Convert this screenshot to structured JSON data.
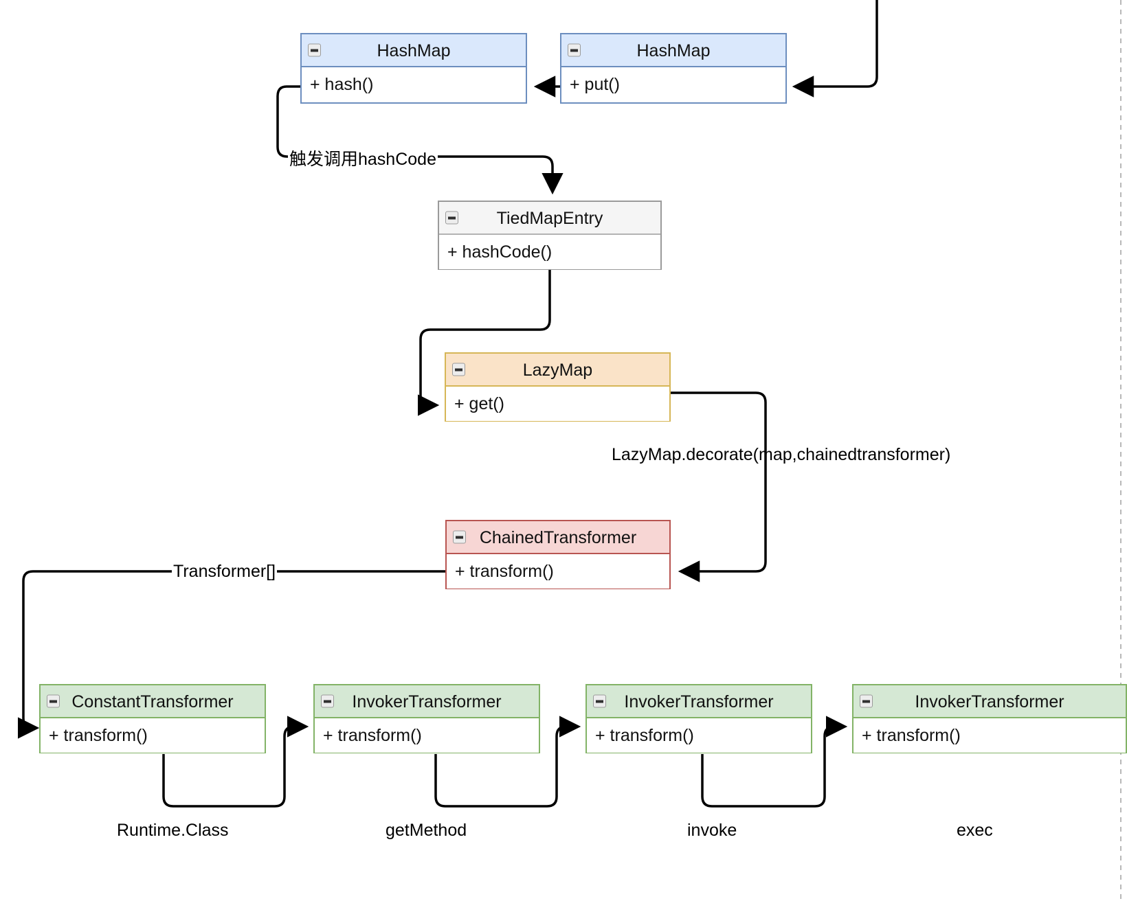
{
  "diagram": {
    "title": "Commons Collections Gadget Chain",
    "background": "#ffffff",
    "collapse_icon": "minus-icon",
    "palette": {
      "blue_fill": "#dae8fc",
      "blue_stroke": "#6c8ebf",
      "gray_fill": "#f5f5f5",
      "gray_stroke": "#9a9a9a",
      "orange_fill": "#fae3c8",
      "orange_stroke": "#d6b656",
      "red_fill": "#f7d6d4",
      "red_stroke": "#b85450",
      "green_fill": "#d5e8d4",
      "green_stroke": "#82b366",
      "edge_stroke": "#000000"
    },
    "nodes": [
      {
        "id": "hashmap_hash",
        "title": "HashMap",
        "member": "+ hash()",
        "color": "blue"
      },
      {
        "id": "hashmap_put",
        "title": "HashMap",
        "member": "+ put()",
        "color": "blue"
      },
      {
        "id": "tiedmapentry",
        "title": "TiedMapEntry",
        "member": "+ hashCode()",
        "color": "gray"
      },
      {
        "id": "lazymap",
        "title": "LazyMap",
        "member": "+ get()",
        "color": "orange"
      },
      {
        "id": "chained",
        "title": "ChainedTransformer",
        "member": "+ transform()",
        "color": "red"
      },
      {
        "id": "constant",
        "title": "ConstantTransformer",
        "member": "+ transform()",
        "color": "green"
      },
      {
        "id": "invoker1",
        "title": "InvokerTransformer",
        "member": "+ transform()",
        "color": "green"
      },
      {
        "id": "invoker2",
        "title": "InvokerTransformer",
        "member": "+ transform()",
        "color": "green"
      },
      {
        "id": "invoker3",
        "title": "InvokerTransformer",
        "member": "+ transform()",
        "color": "green"
      }
    ],
    "edge_labels": [
      {
        "id": "trigger_hashcode",
        "text": "触发调用hashCode"
      },
      {
        "id": "lazymap_decorate",
        "text": "LazyMap.decorate(map,chainedtransformer)"
      },
      {
        "id": "transformer_array",
        "text": "Transformer[]"
      }
    ],
    "captions": [
      {
        "id": "caption_runtime",
        "text": "Runtime.Class"
      },
      {
        "id": "caption_getmethod",
        "text": "getMethod"
      },
      {
        "id": "caption_invoke",
        "text": "invoke"
      },
      {
        "id": "caption_exec",
        "text": "exec"
      }
    ]
  }
}
